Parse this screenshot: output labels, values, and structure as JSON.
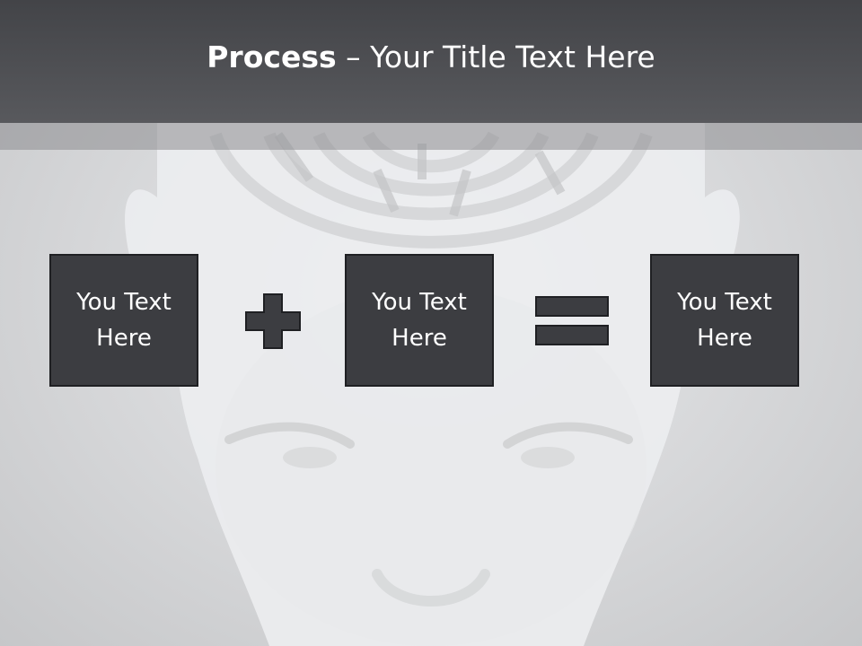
{
  "title": {
    "bold": "Process",
    "rest": " – Your Title Text Here"
  },
  "boxes": [
    {
      "text": "You Text Here"
    },
    {
      "text": "You Text Here"
    },
    {
      "text": "You Text Here"
    }
  ],
  "operators": [
    "plus-icon",
    "equals-icon"
  ],
  "colors": {
    "title_bar": "#4f5054",
    "box_fill": "#3c3d41",
    "box_border": "#1f2023",
    "background": "#d6d7d9"
  }
}
